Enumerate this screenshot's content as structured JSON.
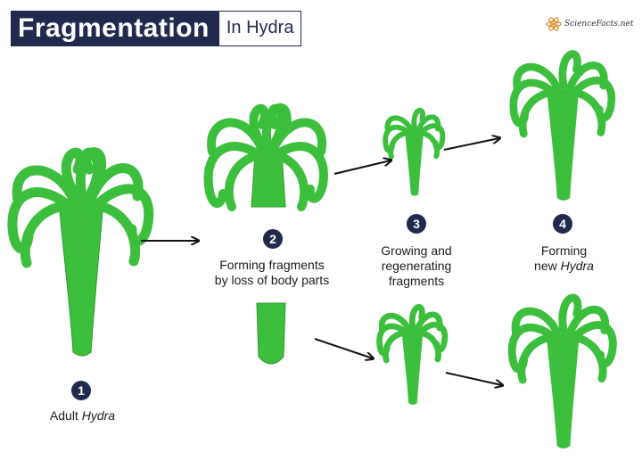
{
  "header": {
    "title": "Fragmentation",
    "subtitle": "In Hydra"
  },
  "brand": {
    "name": "ScienceFacts.net"
  },
  "colors": {
    "hydra_green": "#3cbf3c",
    "badge_navy": "#1f2a4e",
    "arrow": "#111111"
  },
  "stages": [
    {
      "number": "1",
      "label": "Adult",
      "label_italic": "Hydra"
    },
    {
      "number": "2",
      "line1": "Forming fragments",
      "line2": "by loss of body parts"
    },
    {
      "number": "3",
      "line1": "Growing and",
      "line2": "regenerating",
      "line3": "fragments"
    },
    {
      "number": "4",
      "line1": "Forming",
      "line2": "new",
      "line2_italic": "Hydra"
    }
  ]
}
